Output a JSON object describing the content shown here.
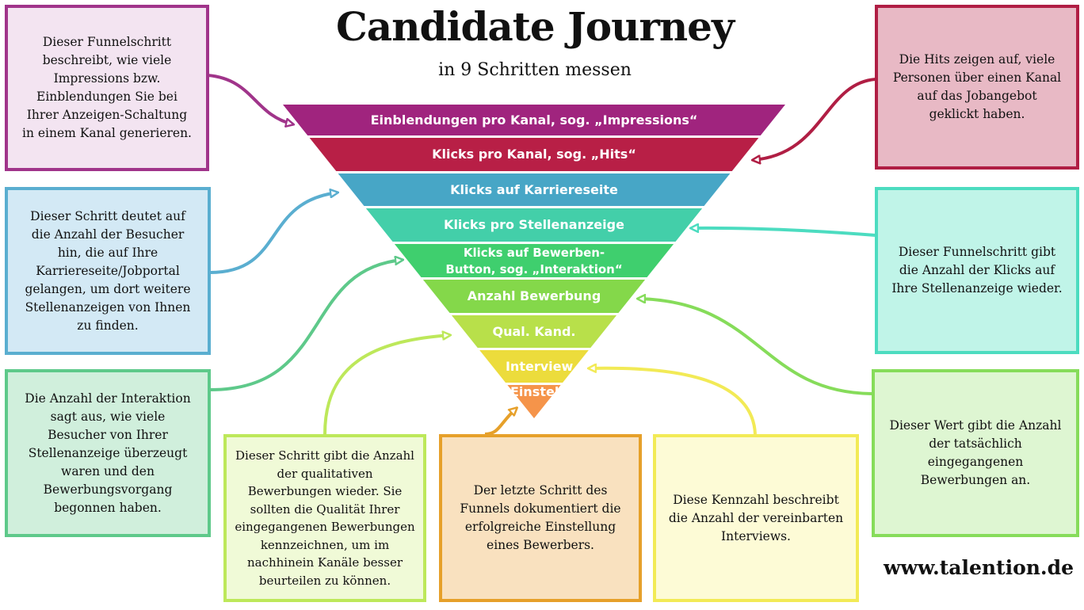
{
  "title": "Candidate Journey",
  "subtitle": "in 9 Schritten messen",
  "website": "www.talention.de",
  "stages": [
    {
      "label": "Einblendungen pro Kanal, sog. „Impressions“",
      "color": "#a0247e"
    },
    {
      "label": "Klicks pro Kanal, sog. „Hits“",
      "color": "#b81f46"
    },
    {
      "label": "Klicks auf Karriereseite",
      "color": "#47a6c6"
    },
    {
      "label": "Klicks pro Stellenanzeige",
      "color": "#43cfa9"
    },
    {
      "label": "Klicks auf Bewerben-\nButton, sog. „Interaktion“",
      "color": "#3fcf6e"
    },
    {
      "label": "Anzahl Bewerbung",
      "color": "#84d84a"
    },
    {
      "label": "Qual. Kand.",
      "color": "#b8e04a"
    },
    {
      "label": "Interview",
      "color": "#ecdc3c"
    },
    {
      "label": "Einstell",
      "color": "#f5944a"
    }
  ],
  "boxes": {
    "impressions": {
      "text": "Dieser Funnelschritt beschreibt, wie viele Impressions bzw. Einblendungen Sie bei Ihrer Anzeigen-Schaltung in einem Kanal generieren.",
      "border": "#a0348a",
      "fill": "#f3e4f1"
    },
    "hits": {
      "text": "Die Hits zeigen auf, viele Personen über einen Kanal auf das Jobangebot geklickt haben.",
      "border": "#b01e44",
      "fill": "#e8b9c5"
    },
    "karriereseite": {
      "text": "Dieser Schritt deutet auf die Anzahl der Besucher hin, die auf Ihre Karriereseite/Jobportal gelangen, um dort weitere Stellenanzeigen von Ihnen zu finden.",
      "border": "#5aaed0",
      "fill": "#d3e9f5"
    },
    "stellenanzeige": {
      "text": "Dieser Funnelschritt gibt die Anzahl der Klicks auf Ihre Stellenanzeige wieder.",
      "border": "#4cdcc0",
      "fill": "#c0f4e8"
    },
    "interaktion": {
      "text": "Die Anzahl der Interaktion sagt aus, wie viele Besucher von Ihrer Stellenanzeige überzeugt waren und den Bewerbungsvorgang begonnen haben.",
      "border": "#5ec98a",
      "fill": "#d0efdc"
    },
    "bewerbungen": {
      "text": "Dieser Wert gibt die Anzahl der tatsächlich eingegangenen Bewerbungen an.",
      "border": "#86dc5a",
      "fill": "#def6d2"
    },
    "qualitativ": {
      "text": "Dieser Schritt gibt die Anzahl der qualitativen Bewerbungen wieder. Sie sollten die Qualität Ihrer eingegangenen Bewerbungen kennzeichnen, um im nachhinein Kanäle besser beurteilen zu können.",
      "border": "#bde85a",
      "fill": "#f0fad7"
    },
    "einstellung": {
      "text": "Der letzte Schritt des Funnels dokumentiert die erfolgreiche Einstellung eines Bewerbers.",
      "border": "#e6a02a",
      "fill": "#f9e1bf"
    },
    "interviews": {
      "text": "Diese Kennzahl beschreibt die Anzahl der vereinbarten Interviews.",
      "border": "#f2ea56",
      "fill": "#fdfbd6"
    }
  }
}
